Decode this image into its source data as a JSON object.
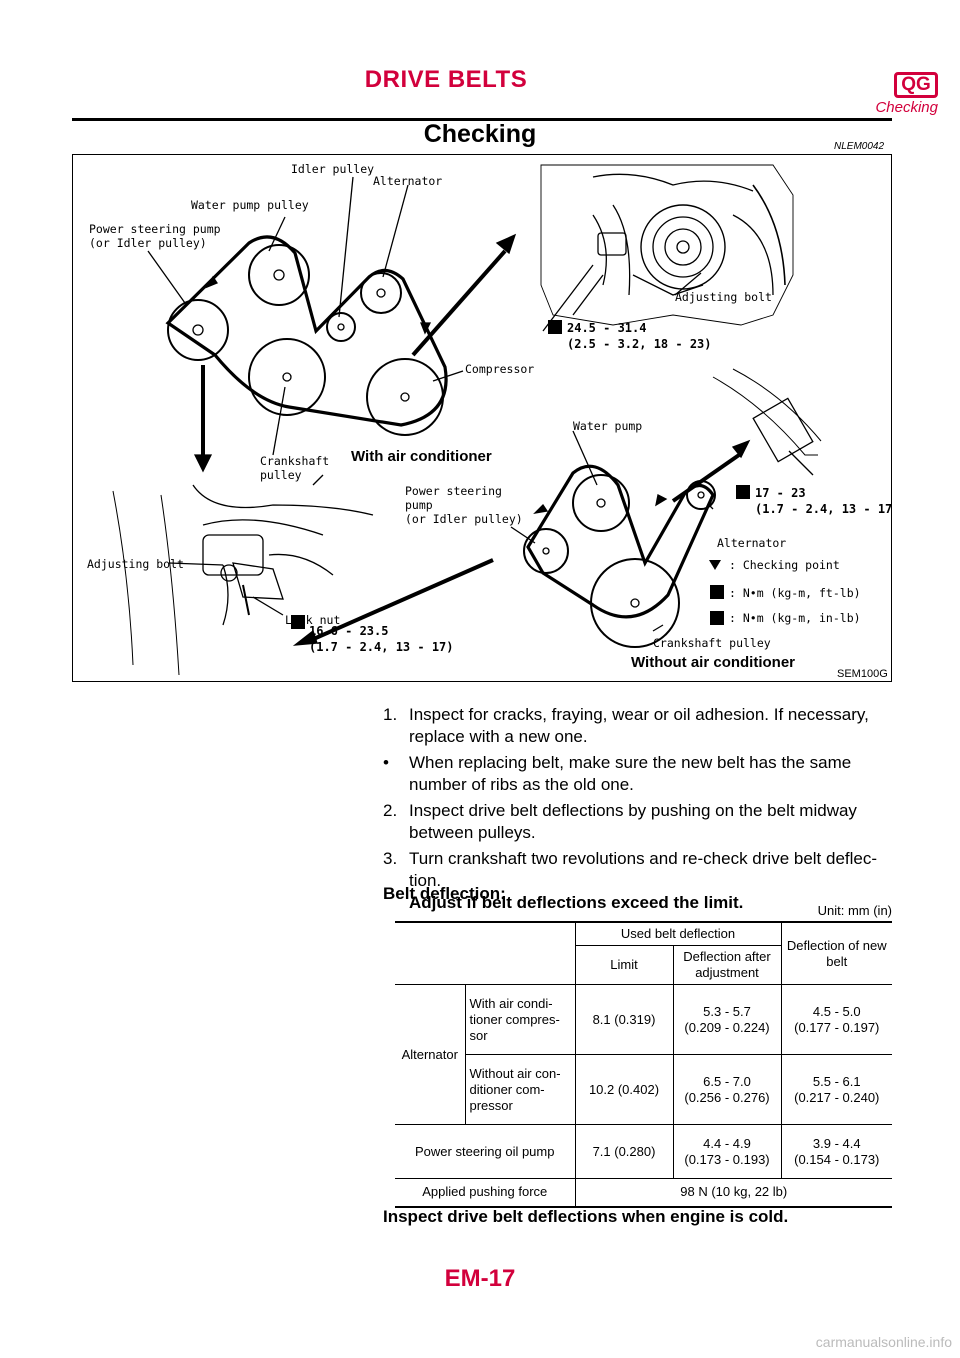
{
  "header": {
    "title": "DRIVE BELTS",
    "badge": "QG",
    "subtitle": "Checking"
  },
  "section": {
    "title": "Checking",
    "code": "NLEM0042"
  },
  "figure": {
    "code": "SEM100G",
    "labels": {
      "idler_pulley": "Idler pulley",
      "alternator_top": "Alternator",
      "water_pump_pulley": "Water pump pulley",
      "ps_pump_line1": "Power steering pump",
      "ps_pump_line2": "(or Idler pulley)",
      "adjusting_bolt_top": "Adjusting bolt",
      "compressor": "Compressor",
      "crankshaft_line1": "Crankshaft",
      "crankshaft_line2": "pulley",
      "with_ac": "With air conditioner",
      "spec_top_line1": "24.5 - 31.4",
      "spec_top_line2": "(2.5 - 3.2, 18 - 23)",
      "water_pump": "Water pump",
      "ps_lower_line1": "Power steering",
      "ps_lower_line2": "pump",
      "ps_lower_line3": "(or Idler pulley)",
      "spec_mid_line1": "17 - 23",
      "spec_mid_line2": "(1.7 - 2.4, 13 - 17)",
      "alternator_lower": "Alternator",
      "legend_checking": ": Checking point",
      "legend_ftlb": ": N•m (kg-m, ft-lb)",
      "legend_inlb": ": N•m (kg-m, in-lb)",
      "adjusting_bolt_left": "Adjusting bolt",
      "lock_nut": "Lock nut",
      "spec_bottom_line1": "16.6 - 23.5",
      "spec_bottom_line2": "(1.7 - 2.4, 13 - 17)",
      "crankshaft_lower": "Crankshaft pulley",
      "without_ac": "Without air conditioner"
    }
  },
  "steps": {
    "s1_num": "1.",
    "s1_text": "Inspect for cracks, fraying, wear or oil adhesion. If necessary, replace with a new one.",
    "bullet_sym": "•",
    "bullet_text": "When replacing belt, make sure the new belt has the same number of ribs as the old one.",
    "s2_num": "2.",
    "s2_text": "Inspect drive belt deflections by pushing on the belt midway between pulleys.",
    "s3_num": "3.",
    "s3_text": "Turn crankshaft two revolutions and re-check drive belt deflec- tion.",
    "s3_bold": "Adjust if belt deflections exceed the limit."
  },
  "deflection": {
    "title": "Belt deflection:",
    "unit": "Unit: mm (in)",
    "headers": {
      "used": "Used belt deflection",
      "limit": "Limit",
      "after_adjust": "Deflection after adjustment",
      "new_belt": "Deflection of new belt"
    },
    "rows": {
      "alternator": "Alternator",
      "with_ac": "With air condi- tioner compres- sor",
      "with_ac_limit": "8.1 (0.319)",
      "with_ac_after_line1": "5.3 - 5.7",
      "with_ac_after_line2": "(0.209 - 0.224)",
      "with_ac_new_line1": "4.5 - 5.0",
      "with_ac_new_line2": "(0.177 - 0.197)",
      "without_ac": "Without air con- ditioner com- pressor",
      "without_ac_limit": "10.2 (0.402)",
      "without_ac_after_line1": "6.5 - 7.0",
      "without_ac_after_line2": "(0.256 - 0.276)",
      "without_ac_new_line1": "5.5 - 6.1",
      "without_ac_new_line2": "(0.217 - 0.240)",
      "ps_pump": "Power steering oil pump",
      "ps_limit": "7.1 (0.280)",
      "ps_after_line1": "4.4 - 4.9",
      "ps_after_line2": "(0.173 - 0.193)",
      "ps_new_line1": "3.9 - 4.4",
      "ps_new_line2": "(0.154 - 0.173)",
      "force_label": "Applied pushing force",
      "force_value": "98 N (10 kg, 22 lb)"
    }
  },
  "final_note": "Inspect drive belt deflections when engine is cold.",
  "page_number": "EM-17",
  "watermark": "carmanualsonline.info"
}
